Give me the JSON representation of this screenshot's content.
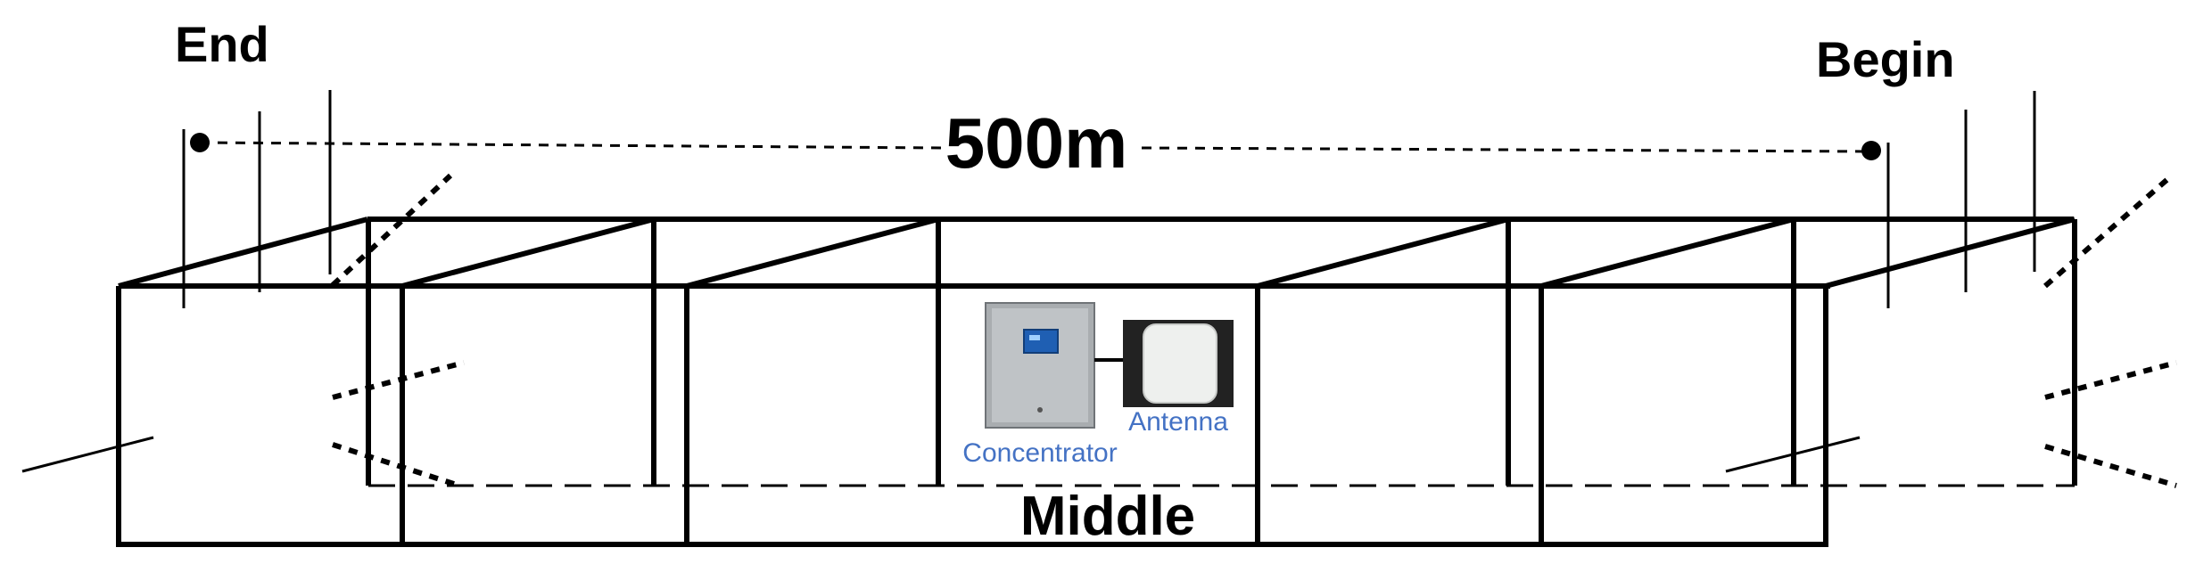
{
  "labels": {
    "end": "End",
    "begin": "Begin",
    "distance": "500m",
    "middle": "Middle",
    "concentrator": "Concentrator",
    "antenna": "Antenna"
  },
  "colors": {
    "line": "#000000",
    "device_label": "#4472C4",
    "device_metal": "#a9adb0",
    "device_screen": "#1f5fb3",
    "antenna_face": "#eef0ee",
    "antenna_frame": "#222222"
  },
  "icons": {
    "concentrator": "concentrator-device-icon",
    "antenna": "antenna-panel-icon"
  }
}
